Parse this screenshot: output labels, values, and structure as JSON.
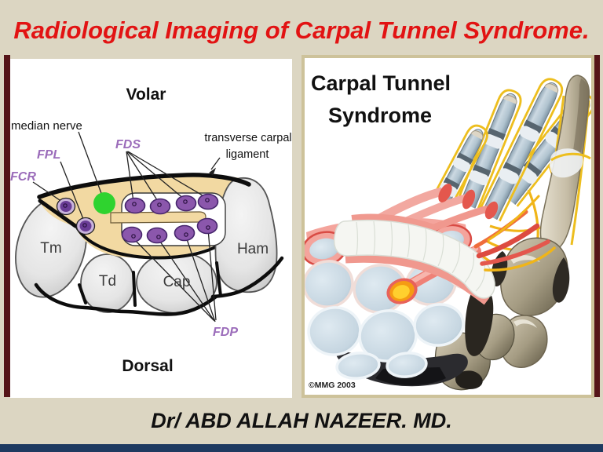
{
  "slide": {
    "title": "Radiological Imaging of Carpal Tunnel Syndrome.",
    "footer": "Dr/ ABD ALLAH NAZEER. MD.",
    "colors": {
      "background": "#dcd6c2",
      "side_bars": "#551418",
      "bottom_bar": "#1e3a60",
      "title_red": "#e21313",
      "panel_border_tan": "#cdc29a",
      "tunnel_tan": "#f2d9a2",
      "tendon_purple": "#8b57ac",
      "median_nerve_green": "#2fd32f",
      "nerve_yellow": "#f5c622"
    }
  },
  "left_diagram": {
    "top_label": "Volar",
    "bottom_label": "Dorsal",
    "label_median_nerve": "median nerve",
    "label_fpl": "FPL",
    "label_fcr": "FCR",
    "label_fds": "FDS",
    "label_fdp": "FDP",
    "label_ligament_line1": "transverse carpal",
    "label_ligament_line2": "ligament",
    "bones": [
      "Tm",
      "Td",
      "Cap",
      "Ham"
    ]
  },
  "right_illustration": {
    "title_line1": "Carpal Tunnel",
    "title_line2": "Syndrome",
    "credit": "©MMG 2003"
  }
}
